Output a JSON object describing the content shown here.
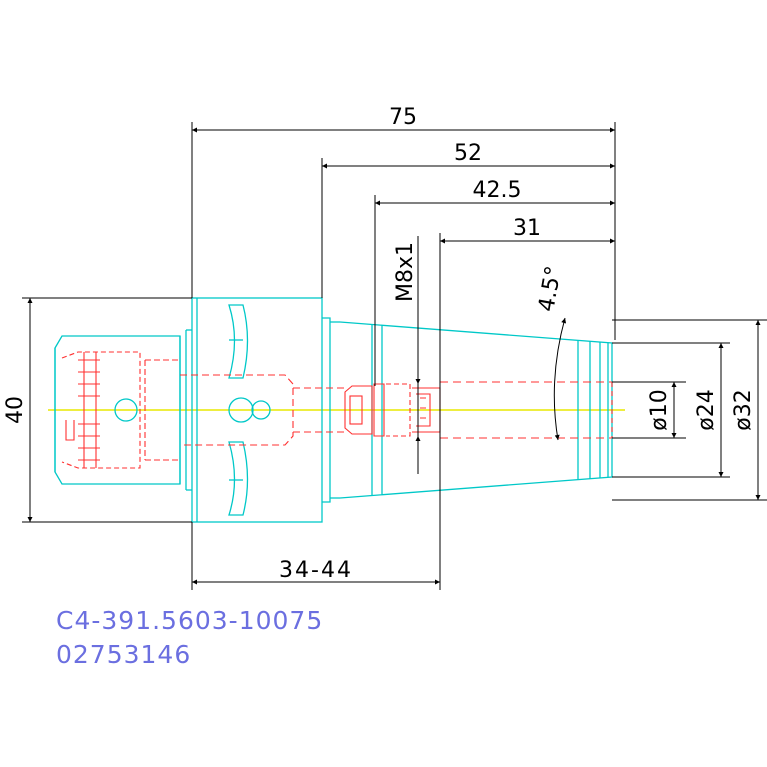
{
  "colors": {
    "dimension": "#000000",
    "outline": "#00c8c8",
    "hidden": "#ff3030",
    "centerline": "#e8e800",
    "code_text": "#6b6fe0"
  },
  "dimensions": {
    "overall_length": "75",
    "taper_length": "52",
    "thread_depth": "42.5",
    "bore_depth": "31",
    "taper_angle": "4.5°",
    "thread": "M8x1",
    "flange_diameter": "40",
    "clamping_range": "34-44",
    "bore_diameter": "ø10",
    "nose_diameter": "ø24",
    "shank_diameter": "ø32"
  },
  "part": {
    "code": "C4-391.5603-10075",
    "number": "02753146"
  }
}
